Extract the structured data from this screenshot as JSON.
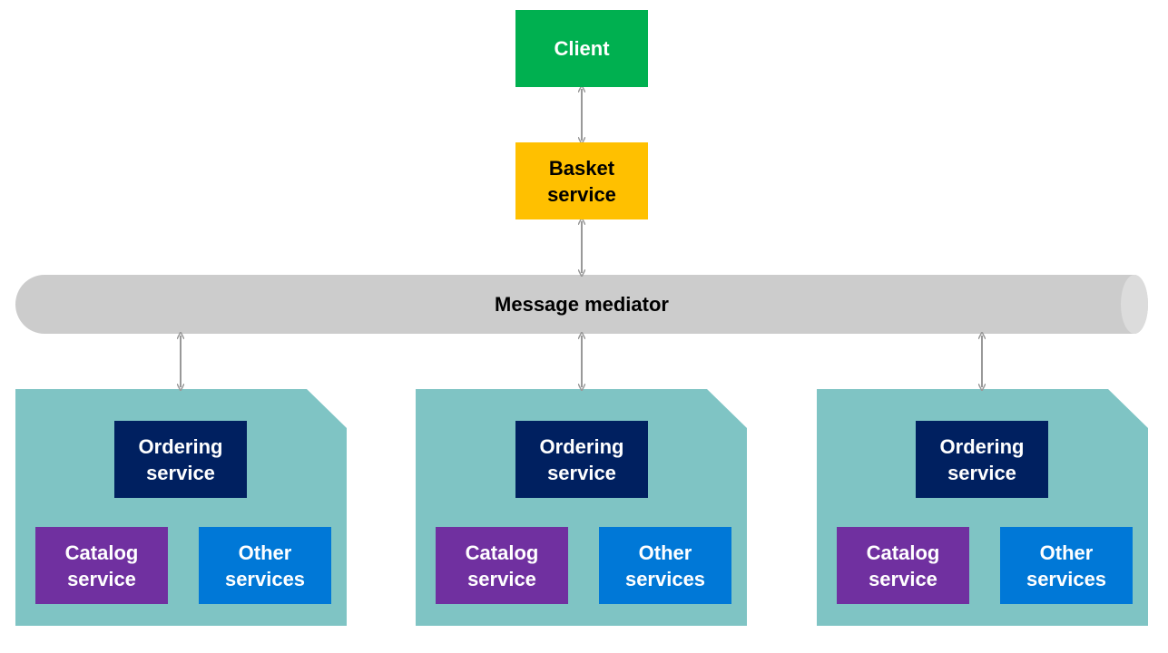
{
  "client": {
    "label": "Client",
    "color": "#00b050"
  },
  "basket": {
    "label": "Basket\nservice",
    "color": "#ffc000"
  },
  "mediator": {
    "label": "Message mediator",
    "color": "#cccccc"
  },
  "groups": [
    {
      "ordering": "Ordering\nservice",
      "catalog": "Catalog\nservice",
      "other": "Other\nservices"
    },
    {
      "ordering": "Ordering\nservice",
      "catalog": "Catalog\nservice",
      "other": "Other\nservices"
    },
    {
      "ordering": "Ordering\nservice",
      "catalog": "Catalog\nservice",
      "other": "Other\nservices"
    }
  ],
  "colors": {
    "group_bg": "#7fc4c4",
    "ordering": "#002060",
    "catalog": "#7030a0",
    "other": "#0078d7",
    "connector": "#999999"
  }
}
